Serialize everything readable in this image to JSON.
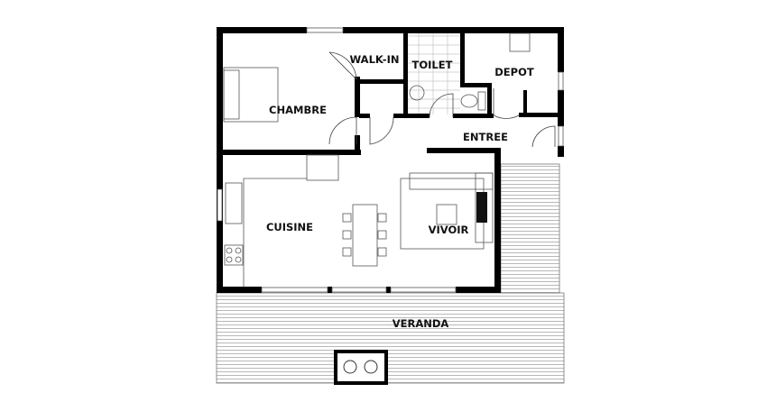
{
  "plan": {
    "rooms": {
      "walk_in": "WALK-IN",
      "toilet": "TOILET",
      "depot": "DEPOT",
      "chambre": "CHAMBRE",
      "entree": "ENTREE",
      "cuisine": "CUISINE",
      "vivoir": "VIVOIR",
      "veranda": "VERANDA"
    },
    "colors": {
      "wall": "#000000",
      "furniture": "#555555",
      "deck": "#888888"
    }
  }
}
